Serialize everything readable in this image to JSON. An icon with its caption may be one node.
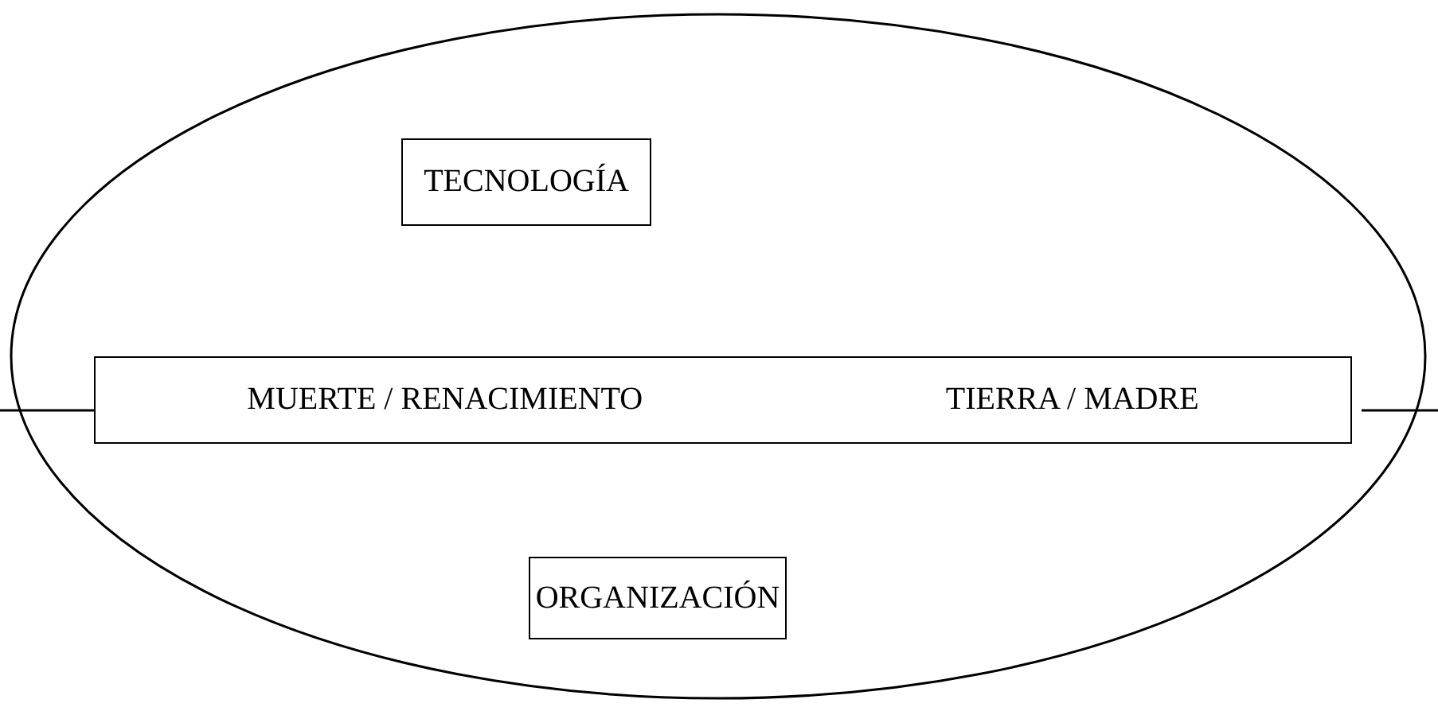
{
  "diagram": {
    "nodes": [
      {
        "text": [],
        "shape": "ellipse"
      },
      {
        "text": [
          "TECNOLOGÍA"
        ],
        "in": 0
      },
      {
        "text": [
          "MUERTE / RENACIMIENTO",
          "TIERRA / MADRE"
        ],
        "in": 0
      },
      {
        "text": [
          "ORGANIZACIÓN"
        ],
        "in": 0
      }
    ]
  }
}
